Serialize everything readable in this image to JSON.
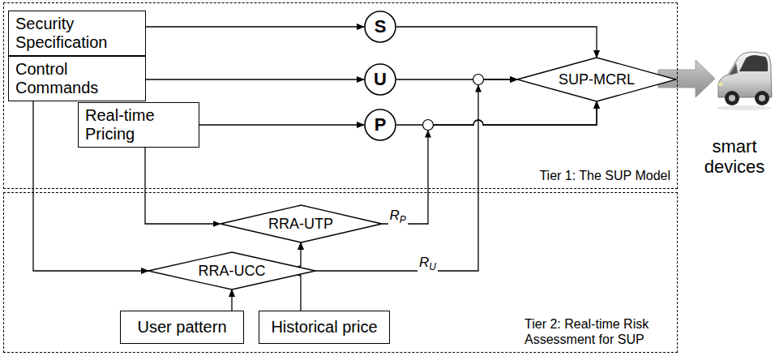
{
  "diagram": {
    "nodes": [
      {
        "text": [
          "Tier 1: The SUP Model"
        ]
      },
      {
        "text": [
          "Security Specification"
        ],
        "in": 0
      },
      {
        "text": [
          "S"
        ],
        "in": 0
      },
      {
        "text": [
          "Control Commands"
        ],
        "in": 0
      },
      {
        "text": [
          "U"
        ],
        "in": 0
      },
      {
        "text": [
          "Real-time Pricing"
        ],
        "in": 0
      },
      {
        "text": [
          "P"
        ],
        "in": 0
      },
      {
        "text": [
          "SUP-MCRL"
        ],
        "in": 0
      },
      {
        "text": [
          "Tier 2: Real-time Risk Assessment for SUP"
        ]
      },
      {
        "text": [
          "RRA-UTP"
        ],
        "in": 8
      },
      {
        "text": [
          "RRA-UCC"
        ],
        "in": 8
      },
      {
        "text": [
          "User pattern"
        ],
        "in": 8
      },
      {
        "text": [
          "Historical price"
        ],
        "in": 8
      }
    ],
    "edges": [
      {
        "from": 1,
        "to": 2,
        "arrow": "to"
      },
      {
        "from": 2,
        "to": 7,
        "arrow": "to"
      },
      {
        "from": 3,
        "to": 4,
        "arrow": "to"
      },
      {
        "from": 4,
        "to": 7,
        "arrow": "to"
      },
      {
        "from": 5,
        "to": 6,
        "arrow": "to"
      },
      {
        "from": 6,
        "to": 7,
        "arrow": "to"
      },
      {
        "from": 5,
        "to": 9,
        "arrow": "to"
      },
      {
        "from": 3,
        "to": 10,
        "arrow": "to"
      },
      {
        "from": 11,
        "to": 10,
        "arrow": "to"
      },
      {
        "from": 12,
        "to": 9,
        "arrow": "to"
      },
      {
        "from": 9,
        "to": 7,
        "label": "RP",
        "arrow": "to"
      },
      {
        "from": 10,
        "to": 7,
        "label": "RU",
        "arrow": "to"
      }
    ],
    "labels": [
      "smart devices"
    ]
  }
}
